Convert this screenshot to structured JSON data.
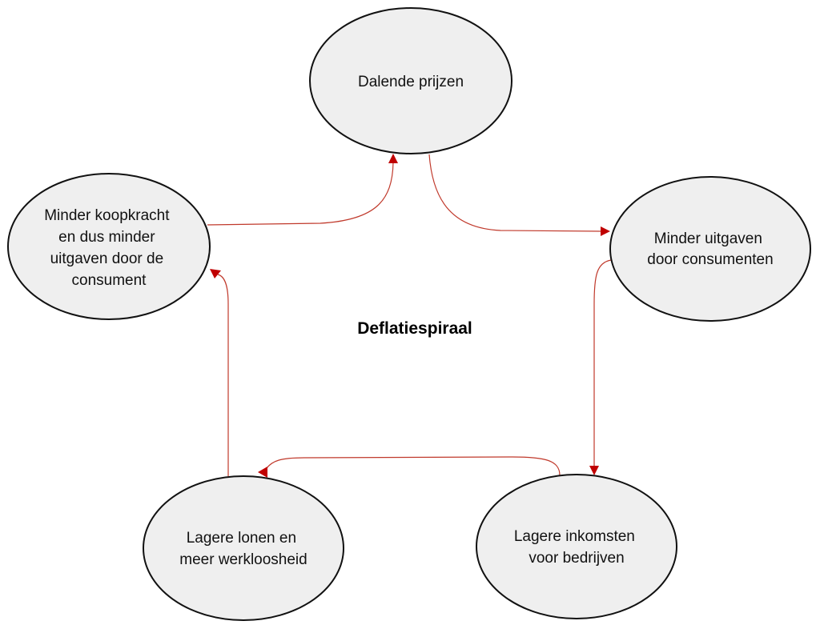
{
  "diagram": {
    "title": "Deflatiespiraal",
    "nodes": [
      {
        "id": "dalende-prijzen",
        "lines": [
          "Dalende prijzen"
        ]
      },
      {
        "id": "minder-uitgaven",
        "lines": [
          "Minder uitgaven",
          "door consumenten"
        ]
      },
      {
        "id": "lagere-inkomsten",
        "lines": [
          "Lagere inkomsten",
          "voor bedrijven"
        ]
      },
      {
        "id": "lagere-lonen",
        "lines": [
          "Lagere lonen en",
          "meer werkloosheid"
        ]
      },
      {
        "id": "minder-koopkracht",
        "lines": [
          "Minder koopkracht",
          "en dus minder",
          "uitgaven door de",
          "consument"
        ]
      }
    ],
    "edges": [
      {
        "from": "dalende-prijzen",
        "to": "minder-uitgaven"
      },
      {
        "from": "minder-uitgaven",
        "to": "lagere-inkomsten"
      },
      {
        "from": "lagere-inkomsten",
        "to": "lagere-lonen"
      },
      {
        "from": "lagere-lonen",
        "to": "minder-koopkracht"
      },
      {
        "from": "minder-koopkracht",
        "to": "dalende-prijzen"
      }
    ],
    "colors": {
      "node_fill": "#efefef",
      "node_stroke": "#111111",
      "arrow": "#c00000"
    }
  }
}
